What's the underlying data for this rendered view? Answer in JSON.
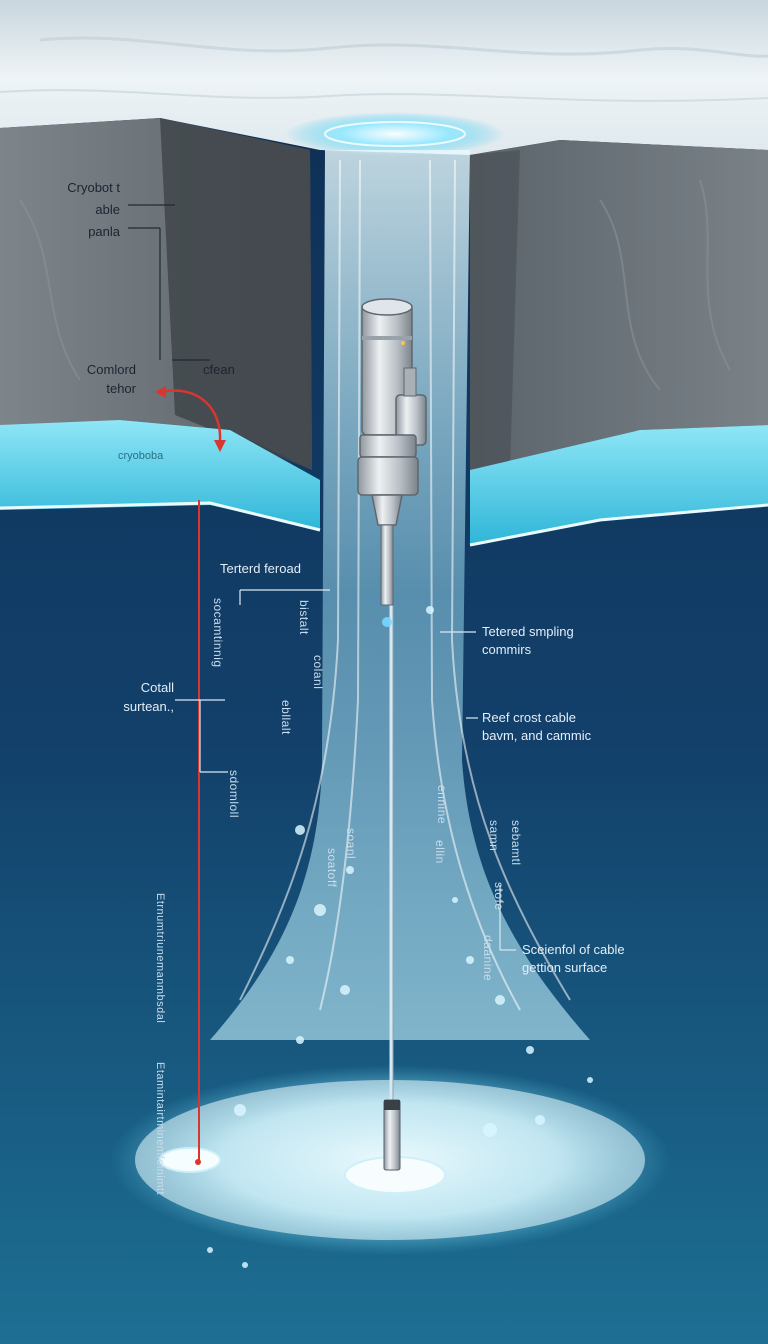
{
  "labels": {
    "cryobot_cable_panel": [
      "Cryobot t",
      "able",
      "panla"
    ],
    "comlord_tether": [
      "Comlord",
      "tehor"
    ],
    "cfean": "cfean",
    "cryoboba": "cryoboba",
    "tertered_feroad": "Terterd feroad",
    "cotall_surface": [
      "Cotall",
      "surtean.,"
    ],
    "tetered_sampling": [
      "Tetered smpling",
      "commirs"
    ],
    "reef_cable": [
      "Reef crost cable",
      "bavm, and cammic"
    ],
    "scientific_cable": [
      "Sceienfol of cable",
      "gettion surface"
    ]
  },
  "vertical_labels": [
    "socamtinnig",
    "colanl",
    "ebllalt",
    "sdomloll",
    "soanl",
    "soatoff",
    "ennine",
    "ellin",
    "samn",
    "sebamtl",
    "stofe",
    "daanine",
    "bistalt",
    "Etrnumtriunemanmbsdal",
    "Etamintairtminemfoinimtt"
  ],
  "colors": {
    "ice_surface": "#e6eef3",
    "rock_wall": "#6f767c",
    "rock_shadow": "#3b3f44",
    "water_layer": "#5ed0ea",
    "ocean_deep": "#0b2444",
    "ocean_mid": "#14406a",
    "plume": "#bfefff",
    "probe_body": "#c9cfd4",
    "tether_line": "#d9362f",
    "glow": "#8fe6ff"
  }
}
